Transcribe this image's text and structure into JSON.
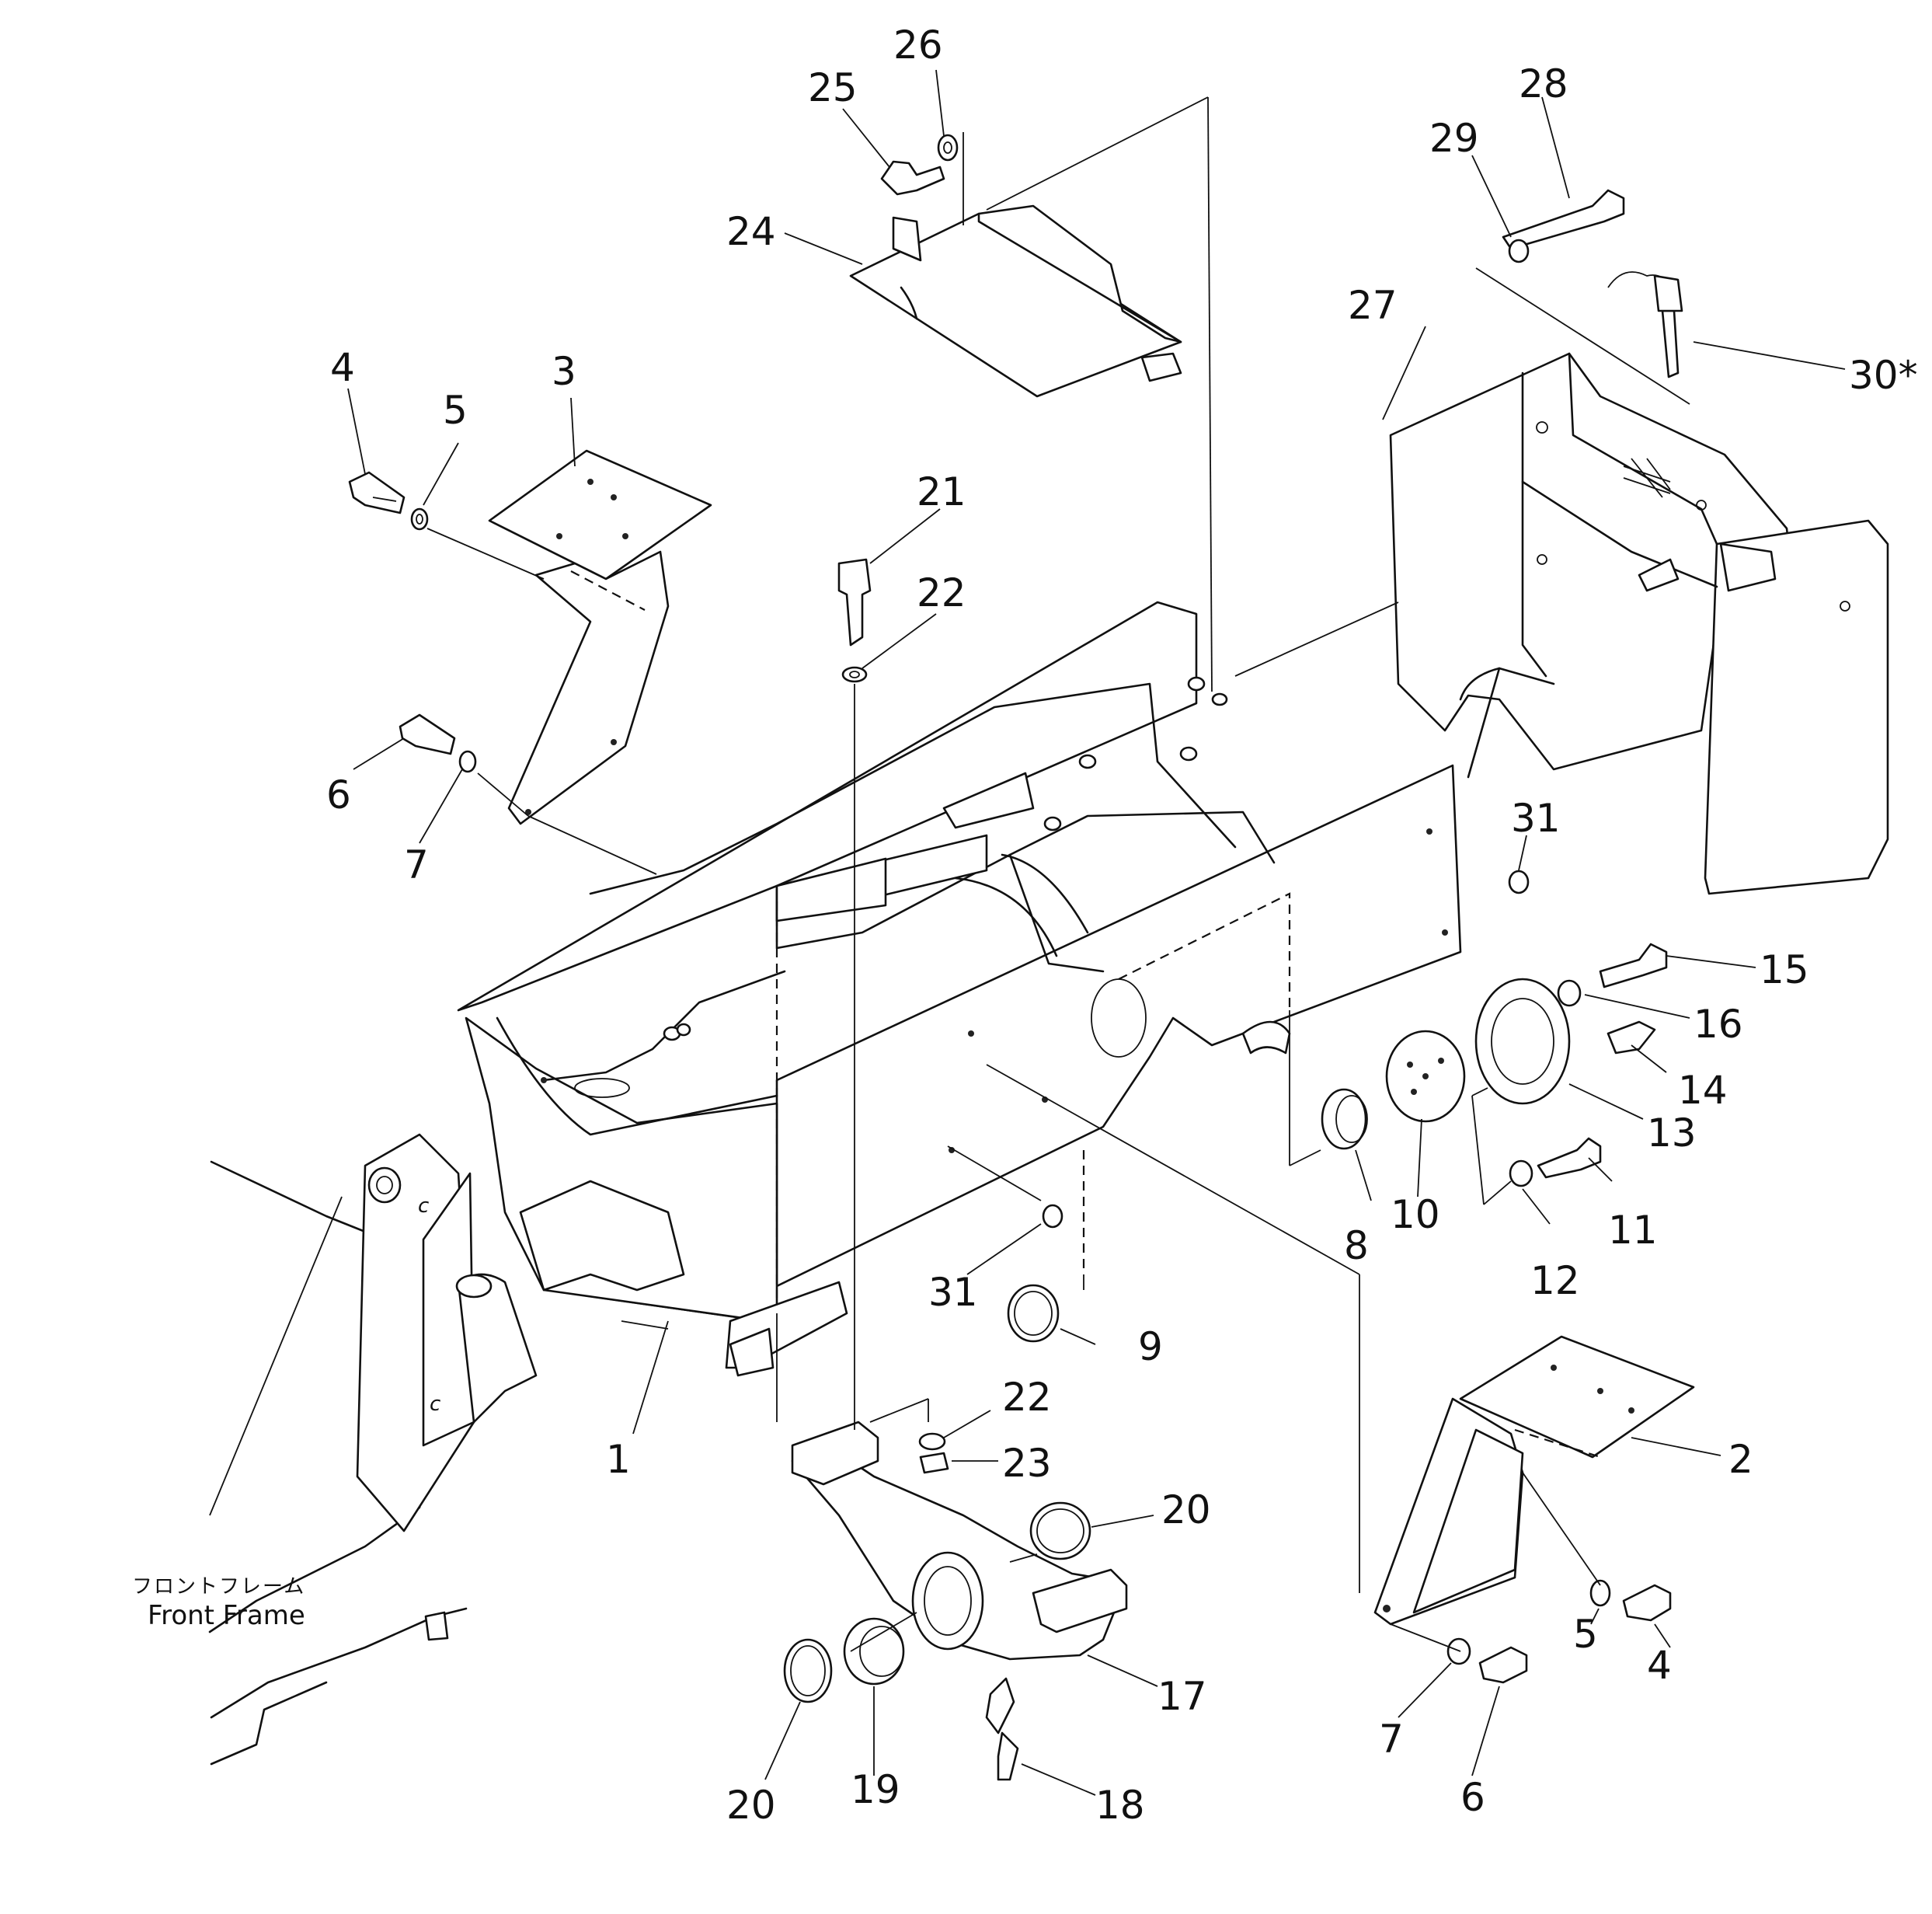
{
  "callouts": [
    "1",
    "2",
    "3",
    "4",
    "5",
    "6",
    "7",
    "8",
    "9",
    "10",
    "11",
    "12",
    "13",
    "14",
    "15",
    "16",
    "17",
    "18",
    "19",
    "20",
    "21",
    "22",
    "23",
    "24",
    "25",
    "26",
    "27",
    "28",
    "29",
    "30",
    "31"
  ],
  "caption": {
    "japanese": "フロントフレーム",
    "english": "Front Frame"
  },
  "labels": {
    "n30": "30*"
  }
}
